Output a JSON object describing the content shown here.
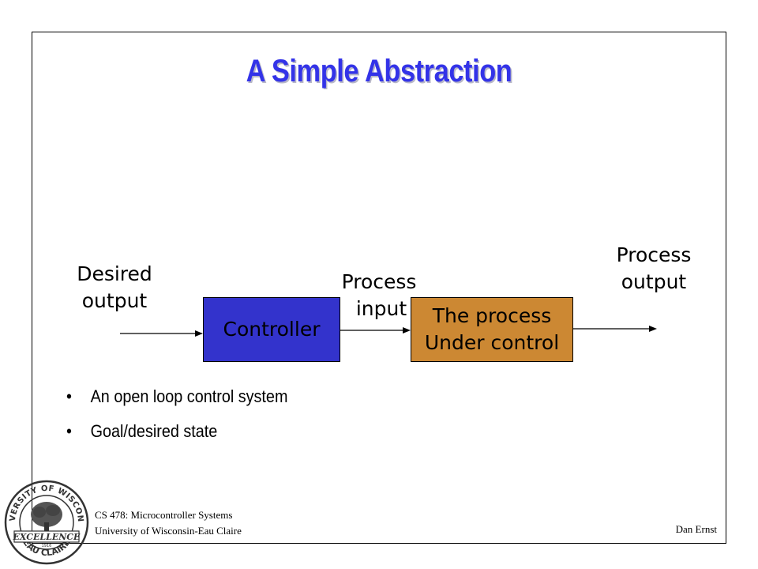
{
  "slide": {
    "title": "A Simple Abstraction"
  },
  "diagram": {
    "desired_output_line1": "Desired",
    "desired_output_line2": "output",
    "controller": "Controller",
    "process_input_line1": "Process",
    "process_input_line2": "input",
    "process_line1": "The process",
    "process_line2": "Under control",
    "process_output_line1": "Process",
    "process_output_line2": "output"
  },
  "bullets": [
    "An open loop control system",
    "Goal/desired state"
  ],
  "footer": {
    "course": "CS 478: Microcontroller Systems",
    "university": "University of Wisconsin-Eau Claire",
    "author": "Dan Ernst"
  },
  "seal": {
    "top_text": "UNIVERSITY OF WISCONSIN",
    "bottom_text": "EAU CLAIRE",
    "banner_text": "EXCELLENCE",
    "year": "1916"
  },
  "colors": {
    "title": "#3333e8",
    "controller_fill": "#3333cc",
    "process_fill": "#cc8833",
    "seal": "#333333"
  }
}
